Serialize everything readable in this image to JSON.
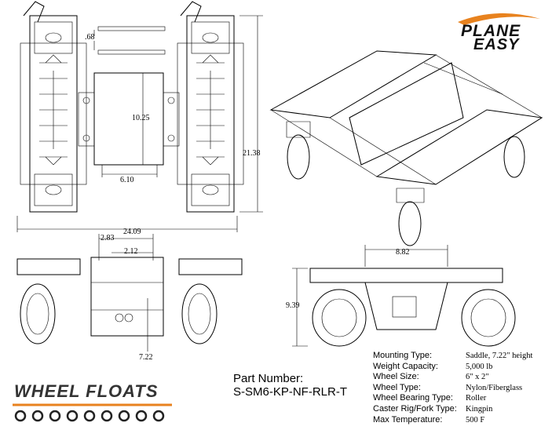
{
  "brand": {
    "plane_line1": "PLANE",
    "plane_line2": "EASY",
    "wheelfloats": "WHEEL FLOATS"
  },
  "colors": {
    "accent_orange": "#e8821e",
    "line": "#000000"
  },
  "dimensions": {
    "top_view": {
      "bar_gap": ".68",
      "inner_height": "10.25",
      "inner_width": "6.10",
      "overall_height": "21.38",
      "overall_width": "24.09"
    },
    "front_view": {
      "a": "2.83",
      "b": "2.12",
      "c": "7.22"
    },
    "side_view": {
      "width": "8.82",
      "height": "9.39"
    }
  },
  "part": {
    "label": "Part Number:",
    "number": "S-SM6-KP-NF-RLR-T"
  },
  "specs": [
    {
      "label": "Mounting Type:",
      "value": "Saddle, 7.22\" height"
    },
    {
      "label": "Weight Capacity:",
      "value": "5,000 lb"
    },
    {
      "label": "Wheel Size:",
      "value": "6\" x 2\""
    },
    {
      "label": "Wheel Type:",
      "value": "Nylon/Fiberglass"
    },
    {
      "label": "Wheel Bearing Type:",
      "value": "Roller"
    },
    {
      "label": "Caster Rig/Fork Type:",
      "value": "Kingpin"
    },
    {
      "label": "Max Temperature:",
      "value": "500 F"
    }
  ]
}
